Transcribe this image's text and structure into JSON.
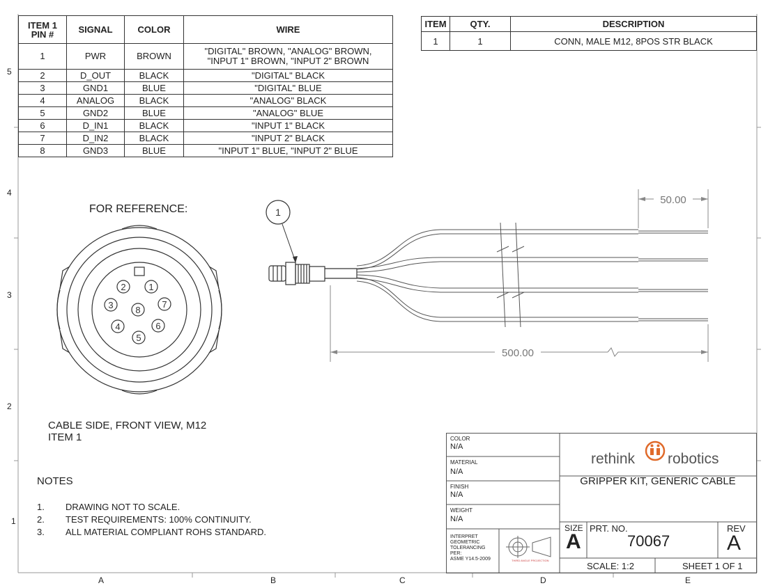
{
  "pin_table": {
    "headers": [
      "ITEM 1\nPIN #",
      "SIGNAL",
      "COLOR",
      "WIRE"
    ],
    "header_pin_line1": "ITEM 1",
    "header_pin_line2": "PIN #",
    "header_signal": "SIGNAL",
    "header_color": "COLOR",
    "header_wire": "WIRE",
    "rows": [
      {
        "pin": "1",
        "signal": "PWR",
        "color": "BROWN",
        "wire_line1": "\"DIGITAL\" BROWN, \"ANALOG\" BROWN,",
        "wire_line2": "\"INPUT 1\" BROWN, \"INPUT 2\" BROWN"
      },
      {
        "pin": "2",
        "signal": "D_OUT",
        "color": "BLACK",
        "wire": "\"DIGITAL\" BLACK"
      },
      {
        "pin": "3",
        "signal": "GND1",
        "color": "BLUE",
        "wire": "\"DIGITAL\" BLUE"
      },
      {
        "pin": "4",
        "signal": "ANALOG",
        "color": "BLACK",
        "wire": "\"ANALOG\" BLACK"
      },
      {
        "pin": "5",
        "signal": "GND2",
        "color": "BLUE",
        "wire": "\"ANALOG\" BLUE"
      },
      {
        "pin": "6",
        "signal": "D_IN1",
        "color": "BLACK",
        "wire": "\"INPUT 1\" BLACK"
      },
      {
        "pin": "7",
        "signal": "D_IN2",
        "color": "BLACK",
        "wire": "\"INPUT 2\" BLACK"
      },
      {
        "pin": "8",
        "signal": "GND3",
        "color": "BLUE",
        "wire": "\"INPUT 1\" BLUE, \"INPUT 2\" BLUE"
      }
    ]
  },
  "bom_table": {
    "header_item": "ITEM",
    "header_qty": "QTY.",
    "header_desc": "DESCRIPTION",
    "rows": [
      {
        "item": "1",
        "qty": "1",
        "description": "CONN, MALE M12, 8POS STR BLACK"
      }
    ]
  },
  "reference": {
    "title": "FOR REFERENCE:",
    "caption_line1": "CABLE SIDE, FRONT VIEW, M12",
    "caption_line2": "ITEM 1",
    "pin_numbers": [
      "1",
      "2",
      "3",
      "4",
      "5",
      "6",
      "7",
      "8"
    ]
  },
  "cable": {
    "balloon": "1",
    "dim_strip": "50.00",
    "dim_length": "500.00"
  },
  "notes": {
    "title": "NOTES",
    "items": [
      {
        "num": "1.",
        "text": "DRAWING NOT TO SCALE."
      },
      {
        "num": "2.",
        "text": "TEST REQUIREMENTS: 100% CONTINUITY."
      },
      {
        "num": "3.",
        "text": "ALL MATERIAL COMPLIANT ROHS STANDARD."
      }
    ]
  },
  "title_block": {
    "color_label": "COLOR",
    "color_value": "N/A",
    "material_label": "MATERIAL",
    "material_value": "N/A",
    "finish_label": "FINISH",
    "finish_value": "N/A",
    "weight_label": "WEIGHT",
    "weight_value": "N/A",
    "gdt_line1": "INTERPRET",
    "gdt_line2": "GEOMETRIC",
    "gdt_line3": "TOLERANCING",
    "gdt_line4": "PER:",
    "gdt_line5": "ASME Y14.5-2009",
    "projection_label": "THIRD ANGLE PROJECTION",
    "logo_left": "rethink",
    "logo_right": "robotics",
    "drawing_title": "GRIPPER KIT, GENERIC CABLE",
    "size_label": "SIZE",
    "size_value": "A",
    "part_no_label": "PRT. NO.",
    "part_no_value": "70067",
    "rev_label": "REV",
    "rev_value": "A",
    "scale": "SCALE: 1:2",
    "sheet": "SHEET 1 OF 1"
  },
  "border": {
    "rows": [
      "5",
      "4",
      "3",
      "2",
      "1"
    ],
    "columns": [
      "A",
      "B",
      "C",
      "D",
      "E"
    ]
  },
  "colors": {
    "line": "#333333",
    "logo_orange": "#e06a2a",
    "dim_gray": "#777777"
  }
}
